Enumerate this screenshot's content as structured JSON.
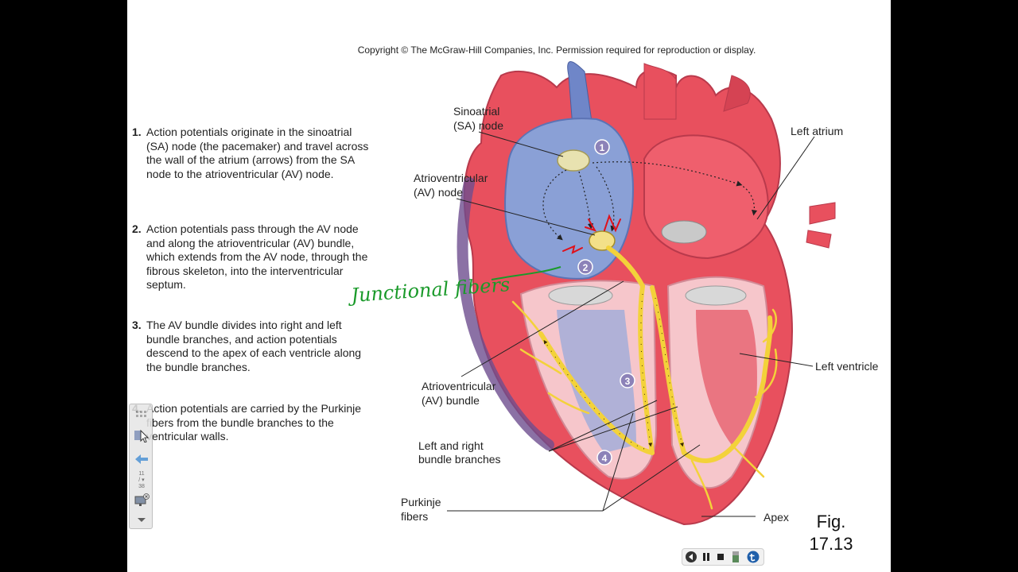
{
  "copyright": "Copyright © The McGraw-Hill Companies, Inc. Permission required for reproduction or display.",
  "steps": [
    {
      "num": "1.",
      "text": "Action potentials originate in the sinoatrial (SA) node (the pacemaker) and travel across the wall of the atrium (arrows) from the SA node to the atrioventricular (AV) node."
    },
    {
      "num": "2.",
      "text": "Action potentials pass through the AV node and along the atrioventricular (AV) bundle, which extends from the AV node, through the fibrous skeleton, into the interventricular septum."
    },
    {
      "num": "3.",
      "text": "The AV bundle divides into right and left bundle branches, and action potentials descend to the apex of each ventricle along the bundle branches."
    },
    {
      "num": "4.",
      "text": "Action potentials are carried by the Purkinje fibers from the bundle branches to the ventricular walls."
    }
  ],
  "labels": {
    "sa_node_1": "Sinoatrial",
    "sa_node_2": "(SA) node",
    "av_node_1": "Atrioventricular",
    "av_node_2": "(AV) node",
    "av_bundle_1": "Atrioventricular",
    "av_bundle_2": "(AV) bundle",
    "branches_1": "Left and right",
    "branches_2": "bundle branches",
    "purkinje_1": "Purkinje",
    "purkinje_2": "fibers",
    "left_atrium": "Left atrium",
    "left_ventricle": "Left ventricle",
    "apex": "Apex"
  },
  "markers": [
    "1",
    "2",
    "3",
    "4"
  ],
  "annotation_handwritten": "Junctional fibers",
  "figure": {
    "line1": "Fig.",
    "line2": "17.13"
  },
  "toolbar": {
    "page_top": "11",
    "page_bottom": "38"
  },
  "icons": {
    "toolbar": [
      "grid-icon",
      "pointer-icon",
      "back-arrow-icon",
      "page-counter",
      "screen-close-icon",
      "chevron-down-icon"
    ],
    "player": [
      "rewind-icon",
      "pause-icon",
      "stop-icon",
      "record-icon",
      "logo-icon"
    ]
  },
  "colors": {
    "slide_bg": "#ffffff",
    "frame_bg": "#000000",
    "annotation_green": "#1a9a2a",
    "annotation_red": "#e0101a",
    "conduction_yellow": "#f3d23a",
    "marker_purple": "#8c82b8",
    "deoxy_blue": "#7f95cf",
    "oxy_red": "#e8505e"
  }
}
